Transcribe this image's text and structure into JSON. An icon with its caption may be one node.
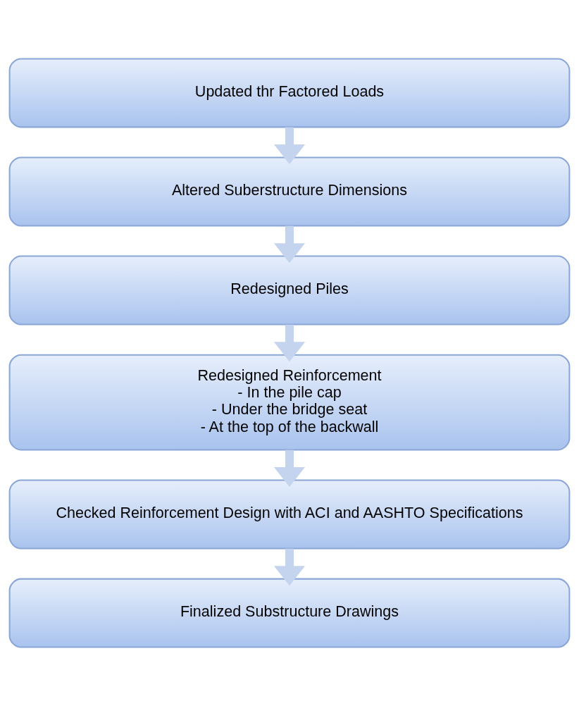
{
  "diagram": {
    "nodes": [
      {
        "text": [
          "Updated thr Factored Loads"
        ]
      },
      {
        "text": [
          "Altered Suberstructure Dimensions"
        ]
      },
      {
        "text": [
          "Redesigned Piles"
        ]
      },
      {
        "text": [
          "Redesigned Reinforcement",
          "- In the pile cap",
          "- Under the bridge seat",
          "- At the top of the backwall"
        ]
      },
      {
        "text": [
          "Checked Reinforcement Design with ACI and AASHTO Specifications"
        ]
      },
      {
        "text": [
          "Finalized Substructure Drawings"
        ]
      }
    ],
    "edges": [
      {
        "from": 0,
        "to": 1,
        "arrow": "to"
      },
      {
        "from": 1,
        "to": 2,
        "arrow": "to"
      },
      {
        "from": 2,
        "to": 3,
        "arrow": "to"
      },
      {
        "from": 3,
        "to": 4,
        "arrow": "to"
      },
      {
        "from": 4,
        "to": 5,
        "arrow": "to"
      }
    ]
  }
}
